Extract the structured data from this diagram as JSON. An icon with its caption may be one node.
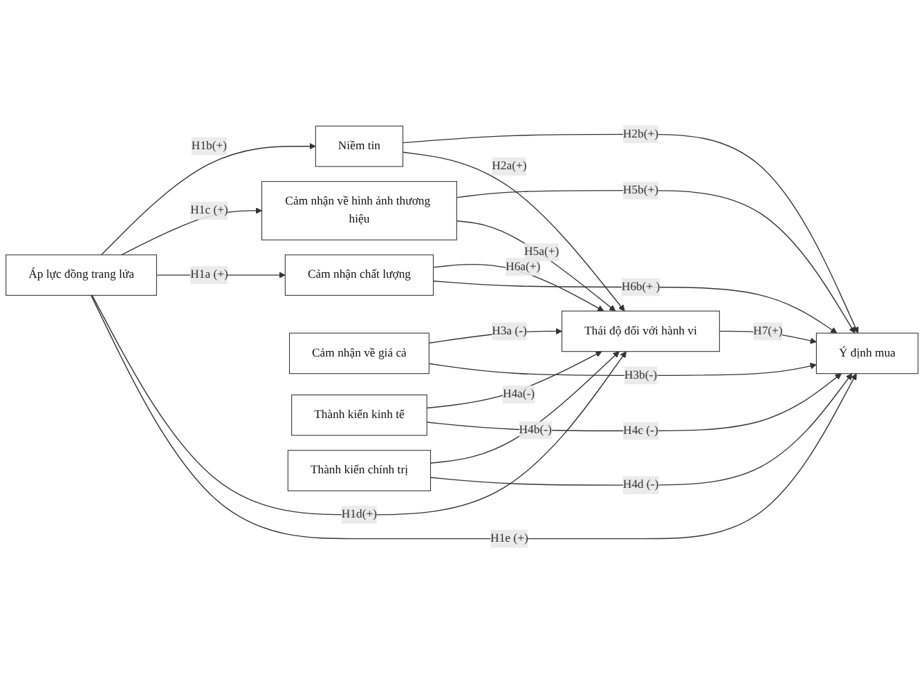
{
  "diagram": {
    "nodes": [
      {
        "text": [
          "Niềm tin"
        ]
      },
      {
        "text": [
          "Cảm nhận về hình ảnh thương hiệu"
        ]
      },
      {
        "text": [
          "Áp lực đồng trang lứa"
        ]
      },
      {
        "text": [
          "Cảm nhận chất lượng"
        ]
      },
      {
        "text": [
          "Thái độ đối với hành vi"
        ]
      },
      {
        "text": [
          "Cảm nhận về giá cả"
        ]
      },
      {
        "text": [
          "Thành kiến kinh tế"
        ]
      },
      {
        "text": [
          "Thành kiến chính trị"
        ]
      },
      {
        "text": [
          "Ý định mua"
        ]
      }
    ],
    "edges": [
      {
        "from": 2,
        "to": 0,
        "arrow": "to",
        "label": "H1b(+)"
      },
      {
        "from": 2,
        "to": 1,
        "arrow": "to",
        "label": "H1c (+)"
      },
      {
        "from": 2,
        "to": 3,
        "arrow": "to",
        "label": "H1a (+)"
      },
      {
        "from": 2,
        "to": 4,
        "arrow": "to",
        "label": "H1d(+)"
      },
      {
        "from": 2,
        "to": 8,
        "arrow": "to",
        "label": "H1e (+)"
      },
      {
        "from": 0,
        "to": 8,
        "arrow": "to",
        "label": "H2b(+)"
      },
      {
        "from": 0,
        "to": 4,
        "arrow": "to",
        "label": "H2a(+)"
      },
      {
        "from": 1,
        "to": 8,
        "arrow": "to",
        "label": "H5b(+)"
      },
      {
        "from": 1,
        "to": 4,
        "arrow": "to",
        "label": "H5a(+)"
      },
      {
        "from": 3,
        "to": 4,
        "arrow": "to",
        "label": "H6a(+)"
      },
      {
        "from": 3,
        "to": 8,
        "arrow": "to",
        "label": "H6b(+ )"
      },
      {
        "from": 5,
        "to": 4,
        "arrow": "to",
        "label": "H3a (-)"
      },
      {
        "from": 5,
        "to": 8,
        "arrow": "to",
        "label": "H3b(-)"
      },
      {
        "from": 6,
        "to": 4,
        "arrow": "to",
        "label": "H4a(-)"
      },
      {
        "from": 6,
        "to": 8,
        "arrow": "to",
        "label": "H4c (-)"
      },
      {
        "from": 7,
        "to": 4,
        "arrow": "to",
        "label": "H4b(-)"
      },
      {
        "from": 7,
        "to": 8,
        "arrow": "to",
        "label": "H4d (-)"
      },
      {
        "from": 4,
        "to": 8,
        "arrow": "to",
        "label": "H7(+)"
      }
    ]
  }
}
